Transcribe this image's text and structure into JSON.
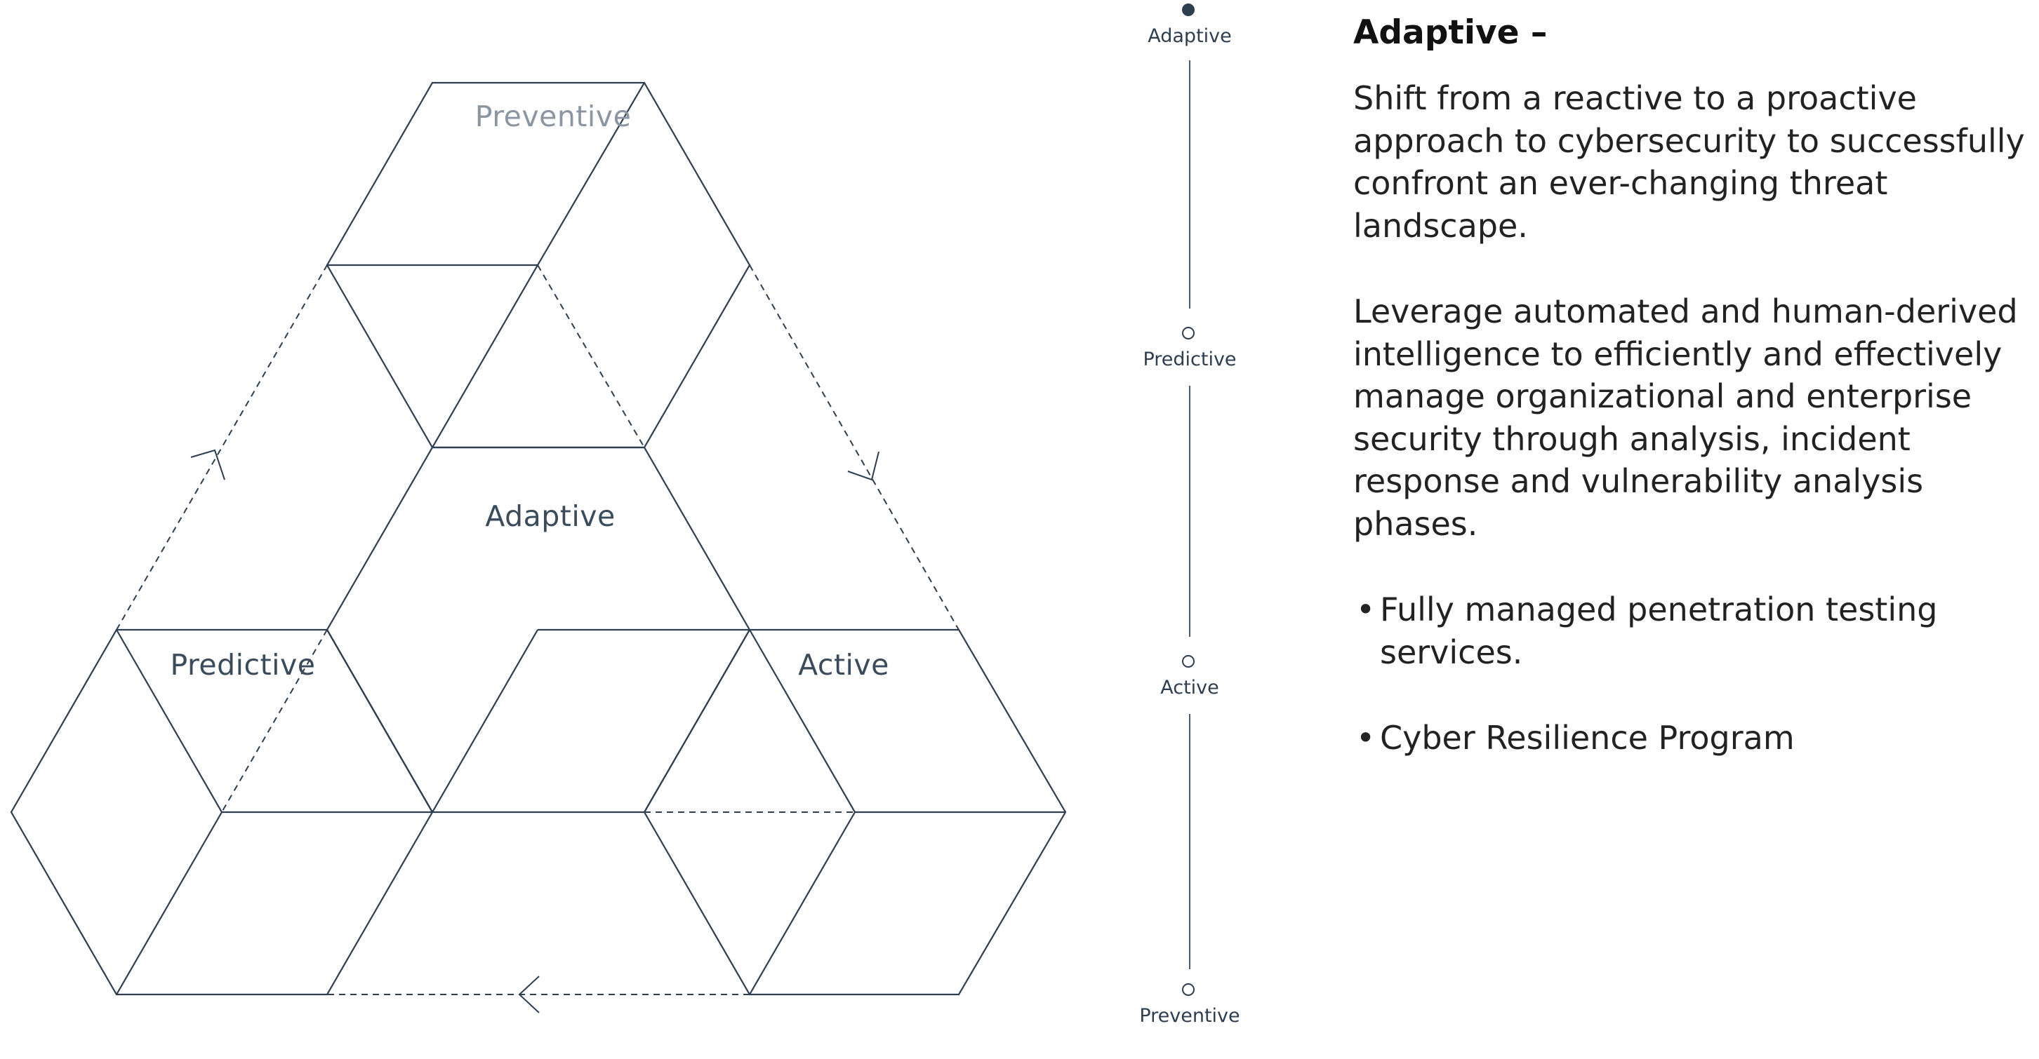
{
  "diagram": {
    "faces": {
      "top": "Preventive",
      "center": "Adaptive",
      "left": "Predictive",
      "right": "Active"
    },
    "highlighted_face": "center"
  },
  "stepper": {
    "steps": [
      {
        "label": "Adaptive",
        "active": true
      },
      {
        "label": "Predictive",
        "active": false
      },
      {
        "label": "Active",
        "active": false
      },
      {
        "label": "Preventive",
        "active": false
      }
    ]
  },
  "panel": {
    "title": "Adaptive –",
    "paragraphs": [
      "Shift from a reactive to a proactive approach to cybersecurity to successfully confront an ever-changing threat landscape.",
      "Leverage automated and human-derived intelligence to efficiently and effectively manage organizational and enterprise security through analysis, incident response and vulnerability analysis phases."
    ],
    "bullets": [
      "Fully managed penetration testing services.",
      "Cyber Resilience Program"
    ]
  },
  "colors": {
    "line": "#2d3e50",
    "muted_label": "#8b96a2",
    "text": "#222222",
    "heading": "#111111"
  }
}
